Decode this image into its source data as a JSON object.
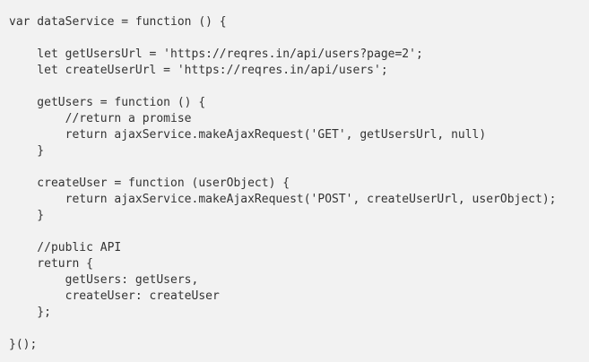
{
  "code": {
    "lines": [
      "var dataService = function () {",
      "",
      "    let getUsersUrl = 'https://reqres.in/api/users?page=2';",
      "    let createUserUrl = 'https://reqres.in/api/users';",
      "",
      "    getUsers = function () {",
      "        //return a promise",
      "        return ajaxService.makeAjaxRequest('GET', getUsersUrl, null)",
      "    }",
      "",
      "    createUser = function (userObject) {",
      "        return ajaxService.makeAjaxRequest('POST', createUserUrl, userObject);",
      "    }",
      "",
      "    //public API",
      "    return {",
      "        getUsers: getUsers,",
      "        createUser: createUser",
      "    };",
      "",
      "}();"
    ]
  }
}
